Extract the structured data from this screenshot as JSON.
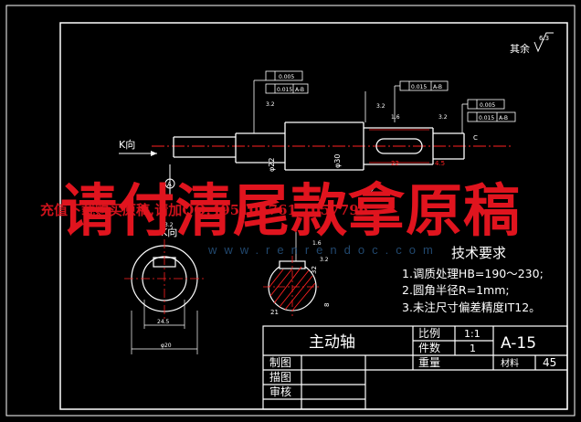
{
  "surface_finish": {
    "label": "其余",
    "value": "6.3"
  },
  "tech_requirements": {
    "title": "技术要求",
    "items": [
      "1.调质处理HB=190～230;",
      "2.圆角半径R=1mm;",
      "3.未注尺寸偏差精度IT12。"
    ]
  },
  "title_block": {
    "part_name": "主动轴",
    "scale_label": "比例",
    "scale_value": "1:1",
    "qty_label": "件数",
    "qty_value": "1",
    "weight_label": "重量",
    "material_label": "材料",
    "material_value": "45",
    "drawing_no": "A-15",
    "drawn_label": "制图",
    "traced_label": "描图",
    "checked_label": "审核"
  },
  "views": {
    "k_view_label_main": "K向",
    "k_view_label_section": "K向",
    "section_letter": "A",
    "section_label_C": "C"
  },
  "tolerance_frames": {
    "f1": [
      "0.005"
    ],
    "f2": [
      "0.015",
      "A-B"
    ],
    "f3": [
      "0.015",
      "A-B"
    ],
    "f4": [
      "0.005"
    ],
    "f5": [
      "0.015",
      "A-B"
    ]
  },
  "dimensions": {
    "d1": "φ22",
    "d2": "φ30",
    "d3": "22",
    "d4": "4.5",
    "d5": "32",
    "d6": "8",
    "d7": "21",
    "d8": "24.5",
    "d9": "φ20",
    "roughness": [
      "3.2",
      "3.2",
      "1.6",
      "3.2",
      "3.2",
      "1.6",
      "3.2",
      "3.2"
    ]
  },
  "watermark": {
    "main": "请付清尾款拿原稿",
    "sub": "充值下载购买原稿,请加QQ:495105761  1057796",
    "url": "www.renrendoc.com"
  },
  "colors": {
    "background": "#000000",
    "lines": "#ffffff",
    "centerline": "#ff2020",
    "dimension": "#ffffff",
    "watermark": "#e0141e"
  }
}
